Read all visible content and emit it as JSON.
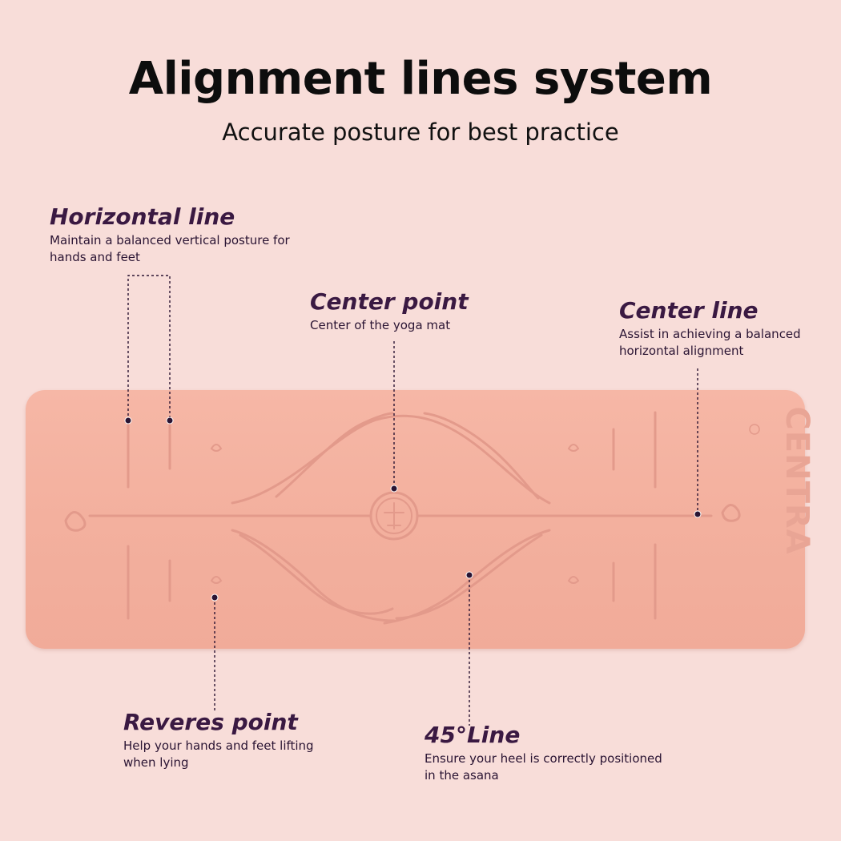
{
  "title": "Alignment lines system",
  "subtitle": "Accurate posture for best practice",
  "brand": "CENTRA",
  "callouts": {
    "horizontal": {
      "heading": "Horizontal line",
      "description": "Maintain a balanced vertical posture for hands and feet"
    },
    "center_point": {
      "heading": "Center point",
      "description": "Center of the yoga mat"
    },
    "center_line": {
      "heading": "Center line",
      "description": "Assist in achieving a balanced horizontal alignment"
    },
    "reverse_point": {
      "heading": "Reveres point",
      "description": "Help your hands and feet lifting when lying"
    },
    "line_45": {
      "heading": "45°Line",
      "description": "Ensure your heel is correctly positioned in the asana"
    }
  },
  "colors": {
    "background": "#f8ddd9",
    "mat": "#f4b3a2",
    "mat_lines": "#e2978a",
    "callout_text": "#3a1942",
    "leader_dot": "#2a1433"
  }
}
